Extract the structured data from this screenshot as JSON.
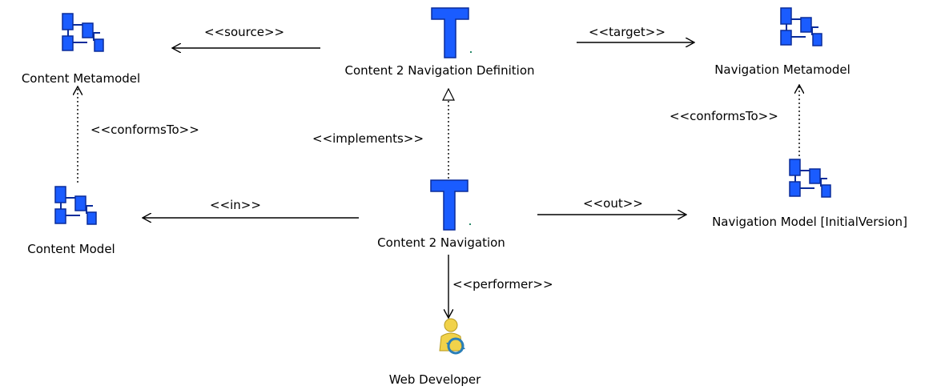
{
  "nodes": {
    "content_metamodel": {
      "label": "Content Metamodel",
      "icon": "model-icon"
    },
    "c2n_definition": {
      "label": "Content 2 Navigation Definition",
      "icon": "transformation-icon"
    },
    "navigation_metamodel": {
      "label": "Navigation Metamodel",
      "icon": "model-icon"
    },
    "content_model": {
      "label": "Content Model",
      "icon": "model-icon"
    },
    "c2n": {
      "label": "Content 2 Navigation",
      "icon": "transformation-icon"
    },
    "navigation_model": {
      "label": "Navigation Model [InitialVersion]",
      "icon": "model-icon"
    },
    "web_developer": {
      "label": "Web Developer",
      "icon": "worker-icon"
    }
  },
  "edges": {
    "source": {
      "label": "<<source>>"
    },
    "target": {
      "label": "<<target>>"
    },
    "conforms_left": {
      "label": "<<conformsTo>>"
    },
    "conforms_right": {
      "label": "<<conformsTo>>"
    },
    "implements": {
      "label": "<<implements>>"
    },
    "in": {
      "label": "<<in>>"
    },
    "out": {
      "label": "<<out>>"
    },
    "performer": {
      "label": "<<performer>>"
    }
  },
  "colors": {
    "icon_blue": "#1a5cff",
    "icon_outline": "#0a2c9a",
    "line": "#000000",
    "worker_head": "#f1d24a",
    "worker_cycle": "#2a7fb8"
  }
}
